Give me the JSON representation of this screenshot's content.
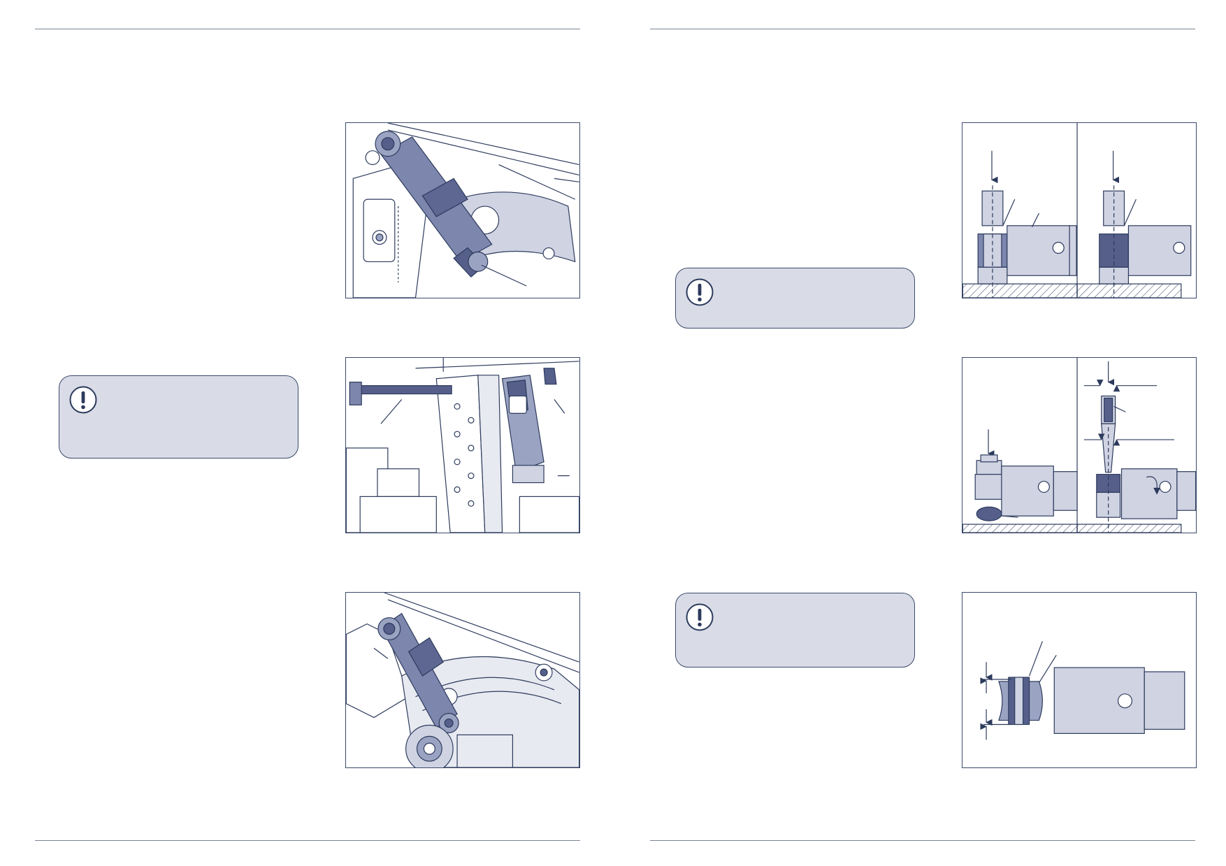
{
  "colors": {
    "line": "#2c3a5c",
    "fill_light": "#cfd3e2",
    "fill_mid": "#9aa3c2",
    "fill_dark": "#555f8a",
    "note_bg": "#d9dce7",
    "rule": "#7a8595"
  },
  "notes": {
    "left": {
      "icon": "exclamation-icon",
      "text": ""
    },
    "right_top": {
      "icon": "exclamation-icon",
      "text": ""
    },
    "right_bottom": {
      "icon": "exclamation-icon",
      "text": ""
    }
  },
  "figures": {
    "fig1": {
      "content": "shock-absorber-mounted-illustration"
    },
    "fig2": {
      "content": "shock-absorber-bolt-removal-illustration"
    },
    "fig3": {
      "content": "shock-absorber-installed-illustration"
    },
    "fig4": {
      "content": "bushing-press-out-diagram"
    },
    "fig5": {
      "content": "bushing-press-in-diagram"
    },
    "fig6": {
      "content": "bushing-position-diagram"
    }
  }
}
